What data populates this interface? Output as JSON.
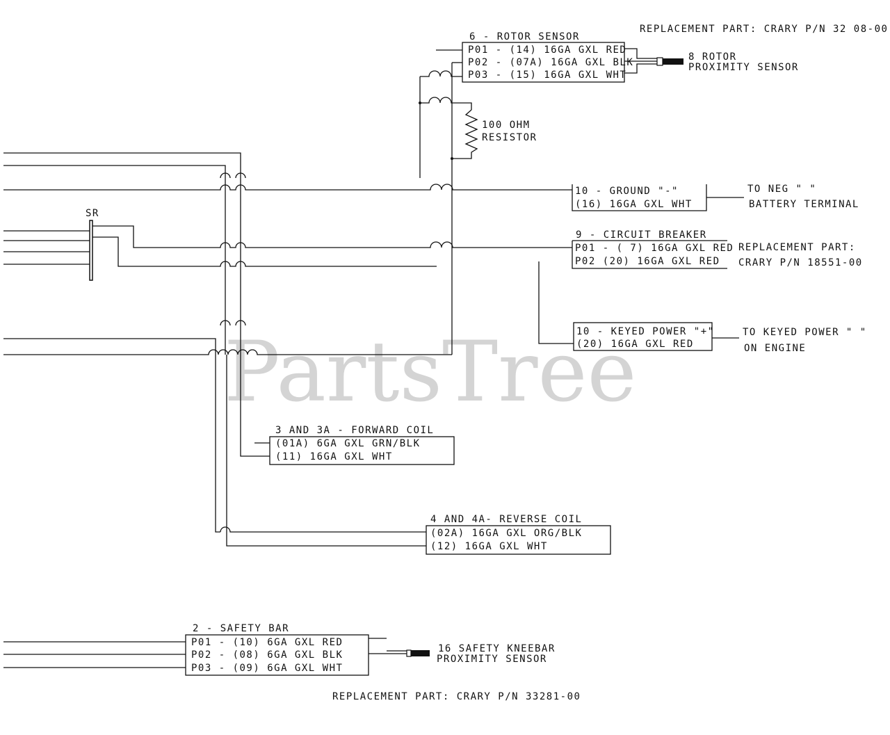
{
  "watermark": "PartsTree",
  "rotor_sensor": {
    "title": "6 - ROTOR SENSOR",
    "pins": [
      "P01 - (14) 16GA GXL RED",
      "P02 - (07A) 16GA GXL BLK",
      "P03 - (15) 16GA GXL WHT"
    ],
    "replacement": "REPLACEMENT PART:  CRARY P/N 32 08-00",
    "device": [
      "8 ROTOR",
      "PROXIMITY SENSOR"
    ]
  },
  "resistor": [
    "100 OHM",
    "RESISTOR"
  ],
  "sr_label": "SR",
  "ground": {
    "lines": [
      "10 - GROUND \"-\"",
      "(16) 16GA GXL WHT"
    ],
    "dest": [
      "TO NEG \" \"",
      "BATTERY TERMINAL"
    ]
  },
  "circuit_breaker": {
    "title": "9 - CIRCUIT BREAKER",
    "pins": [
      "P01 - ( 7) 16GA GXL RED",
      "P02   (20) 16GA GXL RED"
    ],
    "replacement": [
      "REPLACEMENT PART:",
      "CRARY P/N 18551-00"
    ]
  },
  "keyed_power": {
    "lines": [
      "10 - KEYED POWER \"+\"",
      "(20) 16GA GXL RED"
    ],
    "dest": [
      "TO KEYED POWER \" \"",
      "ON ENGINE"
    ]
  },
  "forward_coil": {
    "title": "3 AND 3A - FORWARD COIL",
    "pins": [
      "(01A) 6GA GXL GRN/BLK",
      "(11) 16GA GXL WHT"
    ]
  },
  "reverse_coil": {
    "title": "4 AND 4A- REVERSE COIL",
    "pins": [
      "(02A) 16GA GXL ORG/BLK",
      "(12) 16GA GXL WHT"
    ]
  },
  "safety_bar": {
    "title": "2 - SAFETY BAR",
    "pins": [
      "P01 - (10) 6GA GXL RED",
      "P02 - (08) 6GA GXL BLK",
      "P03 - (09) 6GA GXL WHT"
    ],
    "device": [
      "16 SAFETY KNEEBAR",
      "PROXIMITY SENSOR"
    ],
    "replacement": "REPLACEMENT PART:  CRARY P/N 33281-00"
  }
}
